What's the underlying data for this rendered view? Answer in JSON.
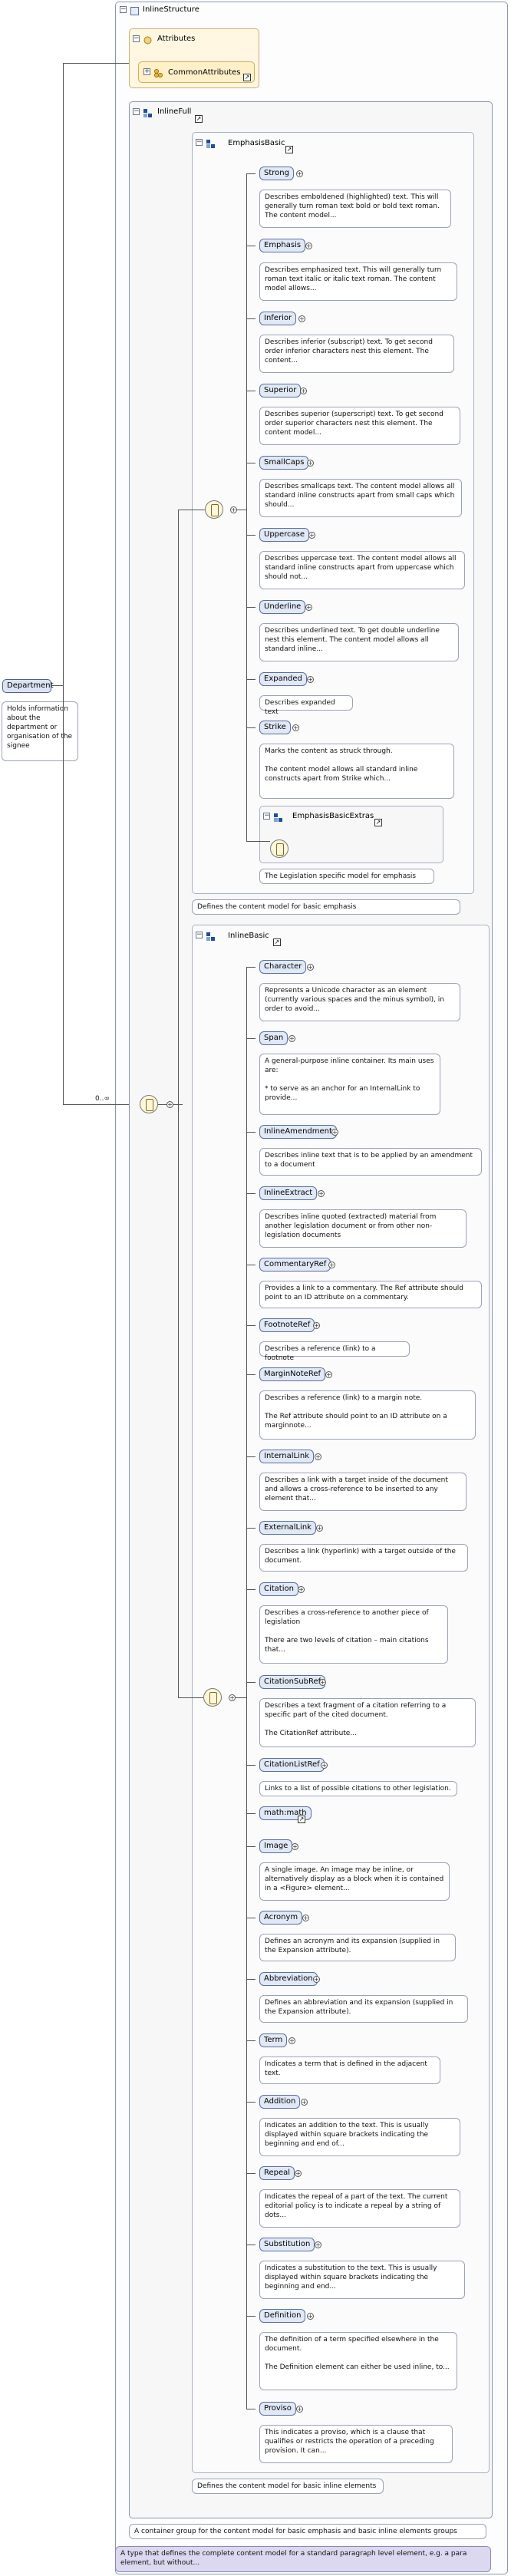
{
  "root": {
    "title": "InlineStructure",
    "element_label": "Department",
    "element_doc": "Holds information about the department or organisation of the signee",
    "cardinality": "0..∞",
    "footer_doc": "A type that defines the complete content model for a standard paragraph level element, e.g. a para element, but without..."
  },
  "attributes": {
    "title": "Attributes",
    "group": "CommonAttributes"
  },
  "inline_full": {
    "title": "InlineFull",
    "doc": "A container group for the content model for basic emphasis and basic inline elements groups"
  },
  "emphasis_basic": {
    "title": "EmphasisBasic",
    "doc": "Defines the content model for basic emphasis",
    "elements": [
      {
        "label": "Strong",
        "doc": "Describes emboldened (highlighted) text. This will generally turn roman text bold or bold text roman. The content model..."
      },
      {
        "label": "Emphasis",
        "doc": "Describes emphasized text. This will generally turn roman text italic or italic text roman. The content model allows..."
      },
      {
        "label": "Inferior",
        "doc": "Describes inferior (subscript) text. To get second order inferior characters nest this element. The content..."
      },
      {
        "label": "Superior",
        "doc": "Describes superior (superscript) text. To get second order superior characters nest this element. The content model..."
      },
      {
        "label": "SmallCaps",
        "doc": "Describes smallcaps text. The content model allows all standard inline constructs apart from small caps which should..."
      },
      {
        "label": "Uppercase",
        "doc": "Describes uppercase text. The content model allows all standard inline constructs apart from uppercase which should not..."
      },
      {
        "label": "Underline",
        "doc": "Describes underlined text. To get double underline nest this element. The content model allows all standard inline..."
      },
      {
        "label": "Expanded",
        "doc": "Describes expanded text"
      },
      {
        "label": "Strike",
        "doc": "Marks the content as struck through.\n\nThe content model allows all standard inline constructs apart from Strike which..."
      }
    ],
    "extras_title": "EmphasisBasicExtras",
    "extras_doc": "The Legislation specific model for emphasis"
  },
  "inline_basic": {
    "title": "InlineBasic",
    "doc": "Defines the content model for basic inline elements",
    "elements": [
      {
        "label": "Character",
        "doc": "Represents a Unicode character as an element (currently various spaces and the minus symbol), in order to avoid..."
      },
      {
        "label": "Span",
        "doc": "A general-purpose inline container. Its main uses are:\n\n* to serve as an anchor for an InternalLink to provide..."
      },
      {
        "label": "InlineAmendment",
        "doc": "Describes inline text that is to be applied by an amendment to a document"
      },
      {
        "label": "InlineExtract",
        "doc": "Describes inline quoted (extracted) material from another legislation document or from other non-legislation documents"
      },
      {
        "label": "CommentaryRef",
        "doc": "Provides a link to a commentary. The Ref attribute should point to an ID attribute on a commentary."
      },
      {
        "label": "FootnoteRef",
        "doc": "Describes a reference (link) to a footnote"
      },
      {
        "label": "MarginNoteRef",
        "doc": "Describes a reference (link) to a margin note.\n\nThe Ref attribute should point to an ID attribute on a marginnote..."
      },
      {
        "label": "InternalLink",
        "doc": "Describes a link with a target inside of the document and allows a cross-reference to be inserted to any element that..."
      },
      {
        "label": "ExternalLink",
        "doc": "Describes a link (hyperlink) with a target outside of the document."
      },
      {
        "label": "Citation",
        "doc": "Describes a cross-reference to another piece of legislation\n\nThere are two levels of citation – main citations that..."
      },
      {
        "label": "CitationSubRef",
        "doc": "Describes a text fragment of a citation referring to a specific part of the cited document.\n\nThe CitationRef attribute..."
      },
      {
        "label": "CitationListRef",
        "doc": "Links to a list of possible citations to other legislation."
      },
      {
        "label": "math:math",
        "doc": ""
      },
      {
        "label": "Image",
        "doc": "A single image. An image may be inline, or alternatively display as a block when it is contained in a <Figure> element..."
      },
      {
        "label": "Acronym",
        "doc": "Defines an acronym and its expansion (supplied in the Expansion attribute)."
      },
      {
        "label": "Abbreviation",
        "doc": "Defines an abbreviation and its expansion (supplied in the Expansion attribute)."
      },
      {
        "label": "Term",
        "doc": "Indicates a term that is defined in the adjacent text."
      },
      {
        "label": "Addition",
        "doc": "Indicates an addition to the text. This is usually displayed within square brackets indicating the beginning and end of..."
      },
      {
        "label": "Repeal",
        "doc": "Indicates the repeal of a part of the text. The current editorial policy is to indicate a repeal by a string of dots..."
      },
      {
        "label": "Substitution",
        "doc": "Indicates a substitution to the text. This is usually displayed within square brackets indicating the beginning and end..."
      },
      {
        "label": "Definition",
        "doc": "The definition of a term specified elsewhere in the document.\n\nThe Definition element can either be used inline, to..."
      },
      {
        "label": "Proviso",
        "doc": "This indicates a proviso, which is a clause that qualifies or restricts the operation of a preceding provision. It can..."
      }
    ]
  }
}
